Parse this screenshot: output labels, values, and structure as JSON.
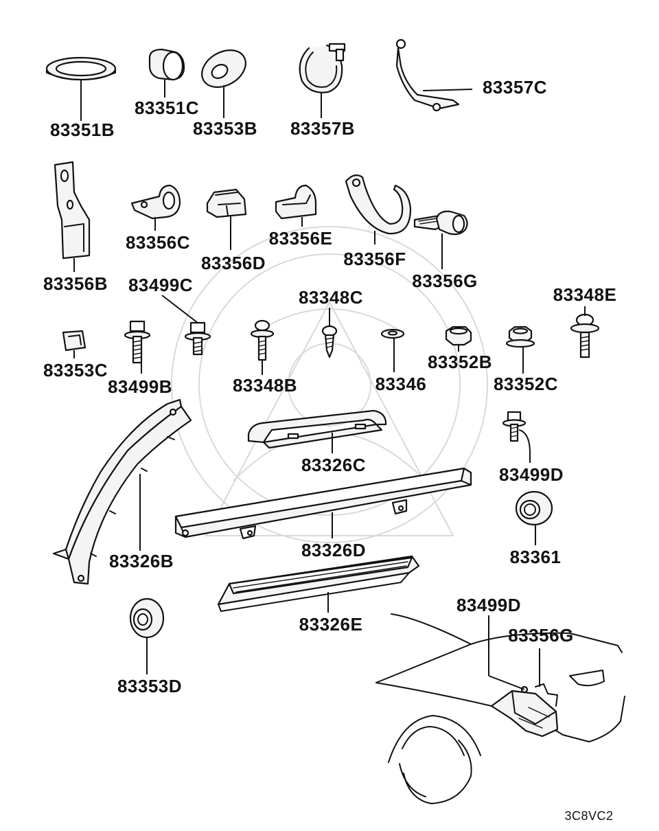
{
  "diagram": {
    "parts": [
      {
        "id": "p1",
        "label": "83351B"
      },
      {
        "id": "p2",
        "label": "83351C"
      },
      {
        "id": "p3",
        "label": "83353B"
      },
      {
        "id": "p4",
        "label": "83357B"
      },
      {
        "id": "p5",
        "label": "83357C"
      },
      {
        "id": "p6",
        "label": "83356B"
      },
      {
        "id": "p7",
        "label": "83356C"
      },
      {
        "id": "p8",
        "label": "83356D"
      },
      {
        "id": "p9",
        "label": "83356E"
      },
      {
        "id": "p10",
        "label": "83356F"
      },
      {
        "id": "p11",
        "label": "83356G"
      },
      {
        "id": "p12",
        "label": "83499C"
      },
      {
        "id": "p13",
        "label": "83348C"
      },
      {
        "id": "p14",
        "label": "83348E"
      },
      {
        "id": "p15",
        "label": "83353C"
      },
      {
        "id": "p16",
        "label": "83499B"
      },
      {
        "id": "p17",
        "label": "83348B"
      },
      {
        "id": "p18",
        "label": "83346"
      },
      {
        "id": "p19",
        "label": "83352B"
      },
      {
        "id": "p20",
        "label": "83352C"
      },
      {
        "id": "p21",
        "label": "83326C"
      },
      {
        "id": "p22",
        "label": "83499D"
      },
      {
        "id": "p23",
        "label": "83326B"
      },
      {
        "id": "p24",
        "label": "83326D"
      },
      {
        "id": "p25",
        "label": "83361"
      },
      {
        "id": "p26",
        "label": "83326E"
      },
      {
        "id": "p27",
        "label": "83353D"
      },
      {
        "id": "p28",
        "label": "83499D"
      },
      {
        "id": "p29",
        "label": "83356G"
      }
    ],
    "diagram_code": "3C8VC2"
  }
}
